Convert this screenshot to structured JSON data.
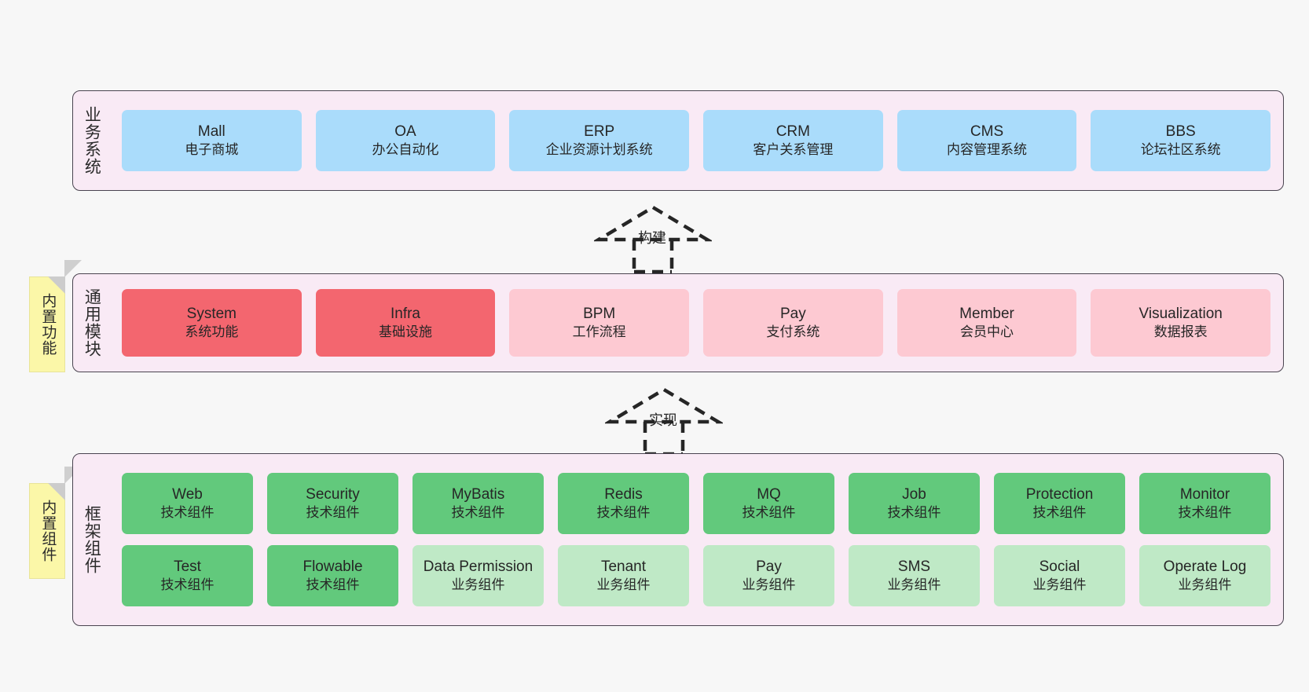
{
  "diagram": {
    "background_color": "#f7f7f7",
    "panel_color": "#f9eaf5",
    "panel_border_color": "#4a4450"
  },
  "sections": [
    {
      "id": "business-systems",
      "title": "业务系统",
      "note": null,
      "rows": [
        {
          "nodes": [
            {
              "name": "Mall",
              "sub": "电子商城",
              "color": "#aadcfb",
              "style": "blue"
            },
            {
              "name": "OA",
              "sub": "办公自动化",
              "color": "#aadcfb",
              "style": "blue"
            },
            {
              "name": "ERP",
              "sub": "企业资源计划系统",
              "color": "#aadcfb",
              "style": "blue"
            },
            {
              "name": "CRM",
              "sub": "客户关系管理",
              "color": "#aadcfb",
              "style": "blue"
            },
            {
              "name": "CMS",
              "sub": "内容管理系统",
              "color": "#aadcfb",
              "style": "blue"
            },
            {
              "name": "BBS",
              "sub": "论坛社区系统",
              "color": "#aadcfb",
              "style": "blue"
            }
          ]
        }
      ]
    },
    {
      "id": "common-modules",
      "title": "通用模块",
      "note": "内置功能",
      "rows": [
        {
          "nodes": [
            {
              "name": "System",
              "sub": "系统功能",
              "color": "#f3666f",
              "style": "red"
            },
            {
              "name": "Infra",
              "sub": "基础设施",
              "color": "#f3666f",
              "style": "red"
            },
            {
              "name": "BPM",
              "sub": "工作流程",
              "color": "#fdc9d2",
              "style": "pink"
            },
            {
              "name": "Pay",
              "sub": "支付系统",
              "color": "#fdc9d2",
              "style": "pink"
            },
            {
              "name": "Member",
              "sub": "会员中心",
              "color": "#fdc9d2",
              "style": "pink"
            },
            {
              "name": "Visualization",
              "sub": "数据报表",
              "color": "#fdc9d2",
              "style": "pink"
            }
          ]
        }
      ]
    },
    {
      "id": "framework-components",
      "title": "框架组件",
      "note": "内置组件",
      "rows": [
        {
          "nodes": [
            {
              "name": "Web",
              "sub": "技术组件",
              "color": "#62c97c",
              "style": "green"
            },
            {
              "name": "Security",
              "sub": "技术组件",
              "color": "#62c97c",
              "style": "green"
            },
            {
              "name": "MyBatis",
              "sub": "技术组件",
              "color": "#62c97c",
              "style": "green"
            },
            {
              "name": "Redis",
              "sub": "技术组件",
              "color": "#62c97c",
              "style": "green"
            },
            {
              "name": "MQ",
              "sub": "技术组件",
              "color": "#62c97c",
              "style": "green"
            },
            {
              "name": "Job",
              "sub": "技术组件",
              "color": "#62c97c",
              "style": "green"
            },
            {
              "name": "Protection",
              "sub": "技术组件",
              "color": "#62c97c",
              "style": "green"
            },
            {
              "name": "Monitor",
              "sub": "技术组件",
              "color": "#62c97c",
              "style": "green"
            }
          ]
        },
        {
          "nodes": [
            {
              "name": "Test",
              "sub": "技术组件",
              "color": "#62c97c",
              "style": "green"
            },
            {
              "name": "Flowable",
              "sub": "技术组件",
              "color": "#62c97c",
              "style": "green"
            },
            {
              "name": "Data Permission",
              "sub": "业务组件",
              "color": "#bfe9c6",
              "style": "lgreen"
            },
            {
              "name": "Tenant",
              "sub": "业务组件",
              "color": "#bfe9c6",
              "style": "lgreen"
            },
            {
              "name": "Pay",
              "sub": "业务组件",
              "color": "#bfe9c6",
              "style": "lgreen"
            },
            {
              "name": "SMS",
              "sub": "业务组件",
              "color": "#bfe9c6",
              "style": "lgreen"
            },
            {
              "name": "Social",
              "sub": "业务组件",
              "color": "#bfe9c6",
              "style": "lgreen"
            },
            {
              "name": "Operate Log",
              "sub": "业务组件",
              "color": "#bfe9c6",
              "style": "lgreen"
            }
          ]
        }
      ]
    }
  ],
  "connectors": [
    {
      "id": "build",
      "label": "构建",
      "from": "common-modules",
      "to": "business-systems"
    },
    {
      "id": "implement",
      "label": "实现",
      "from": "framework-components",
      "to": "common-modules"
    }
  ]
}
